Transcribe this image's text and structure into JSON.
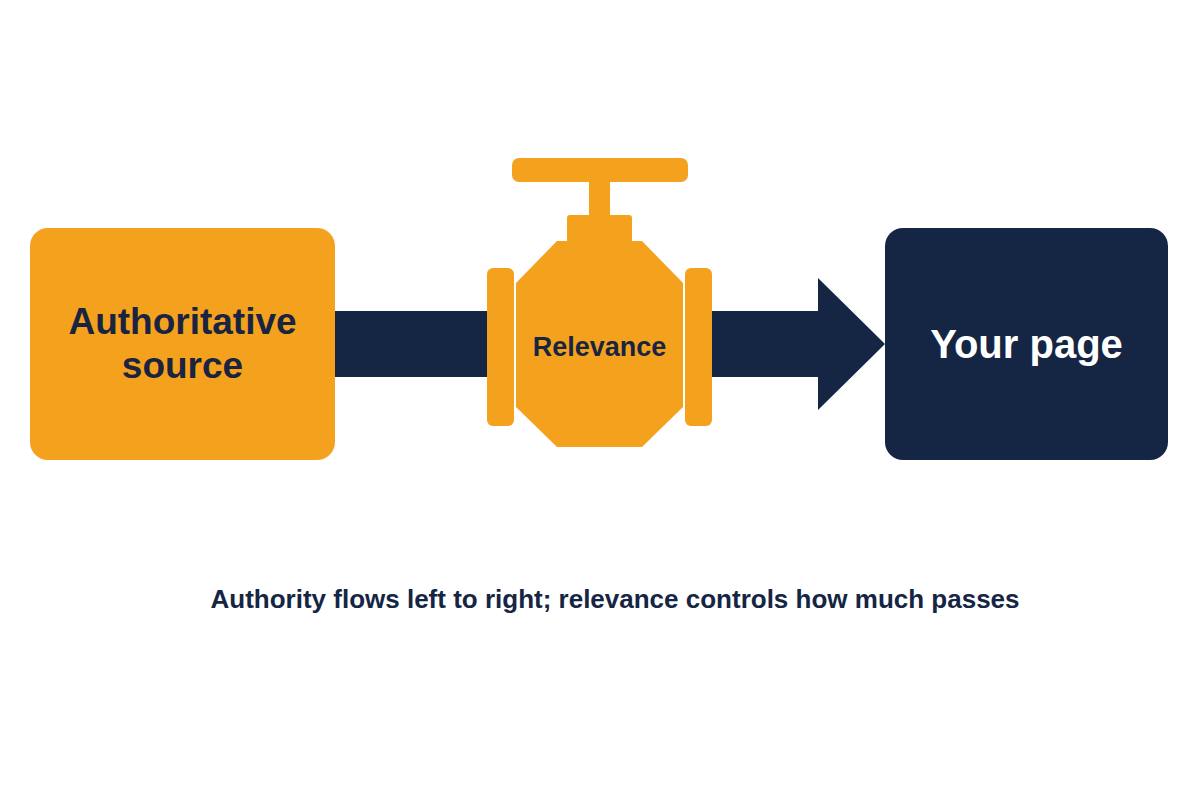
{
  "diagram": {
    "caption": "Authority flows left to right; relevance controls how much passes",
    "nodes": [
      {
        "text": [
          "Authoritative source"
        ]
      },
      {
        "text": [
          "Relevance"
        ]
      },
      {
        "text": [
          "Your page"
        ]
      }
    ],
    "edges": [
      {
        "from": 0,
        "to": 1,
        "arrow": "none"
      },
      {
        "from": 1,
        "to": 2,
        "arrow": "to"
      }
    ]
  }
}
